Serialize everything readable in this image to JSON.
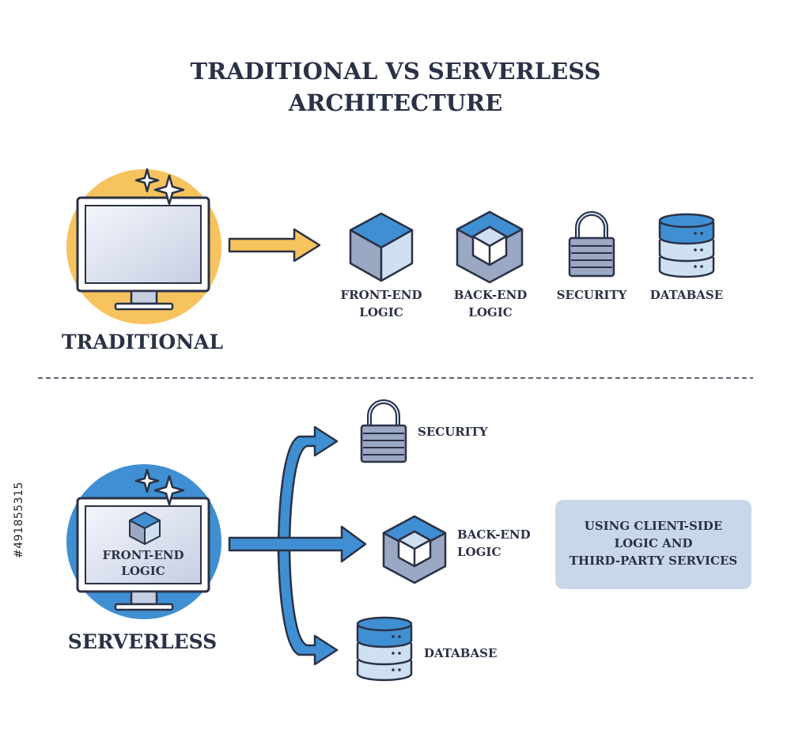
{
  "title": {
    "line1": "TRADITIONAL VS SERVERLESS",
    "line2": "ARCHITECTURE"
  },
  "traditional": {
    "heading": "TRADITIONAL",
    "components": [
      {
        "line1": "FRONT-END",
        "line2": "LOGIC",
        "icon": "front-end-cube-icon"
      },
      {
        "line1": "BACK-END",
        "line2": "LOGIC",
        "icon": "back-end-hollow-cube-icon"
      },
      {
        "line1": "SECURITY",
        "line2": "",
        "icon": "padlock-icon"
      },
      {
        "line1": "DATABASE",
        "line2": "",
        "icon": "database-icon"
      }
    ]
  },
  "serverless": {
    "heading": "SERVERLESS",
    "monitor": {
      "line1": "FRONT-END",
      "line2": "LOGIC"
    },
    "targets": {
      "security": "SECURITY",
      "back_end": {
        "line1": "BACK-END",
        "line2": "LOGIC"
      },
      "database": "DATABASE"
    },
    "note": {
      "line1": "USING CLIENT-SIDE",
      "line2": "LOGIC AND",
      "line3": "THIRD-PARTY SERVICES"
    }
  },
  "watermark_id": "#491855315",
  "colors": {
    "navy": "#2b3146",
    "orange": "#f6c35e",
    "blue": "#3f8fd2",
    "light_blue": "#cfe0f2",
    "gray_blue": "#9aa8c4",
    "note_bg": "#c9d8e8"
  }
}
